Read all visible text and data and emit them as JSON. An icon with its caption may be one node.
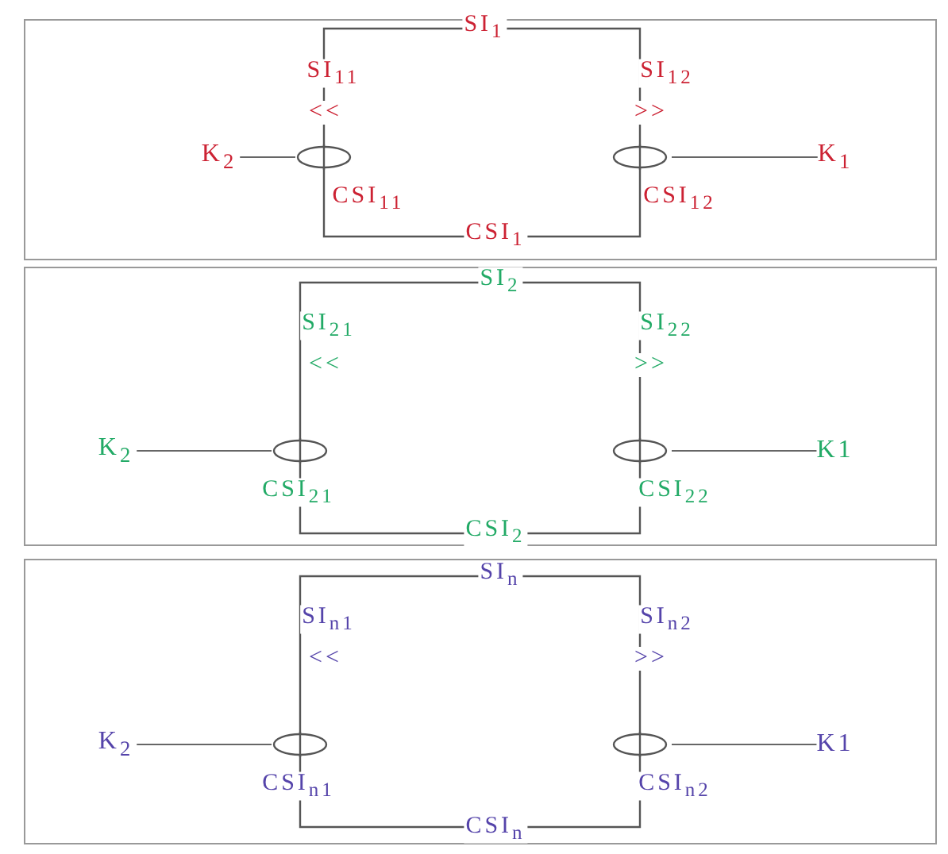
{
  "diagram": {
    "nodes": [
      {
        "text": [],
        "shape": "box"
      },
      {
        "text": [
          "K$_{2}$"
        ],
        "in": 0
      },
      {
        "text": [],
        "shape": "circle",
        "in": 0
      },
      {
        "text": [],
        "shape": "circle",
        "in": 0
      },
      {
        "text": [
          "K$_{1}$"
        ],
        "in": 0
      },
      {
        "text": [],
        "shape": "box"
      },
      {
        "text": [
          "K$_{2}$"
        ],
        "in": 5
      },
      {
        "text": [],
        "shape": "circle",
        "in": 5
      },
      {
        "text": [],
        "shape": "circle",
        "in": 5
      },
      {
        "text": [
          "K1"
        ],
        "in": 5
      },
      {
        "text": [],
        "shape": "box"
      },
      {
        "text": [
          "K$_{2}$"
        ],
        "in": 10
      },
      {
        "text": [],
        "shape": "circle",
        "in": 10
      },
      {
        "text": [],
        "shape": "circle",
        "in": 10
      },
      {
        "text": [
          "K1"
        ],
        "in": 10
      }
    ],
    "edges": [
      {
        "from": 1,
        "to": 2,
        "arrow": "none"
      },
      {
        "from": 3,
        "to": 4,
        "arrow": "none"
      },
      {
        "from": 6,
        "to": 7,
        "arrow": "none"
      },
      {
        "from": 8,
        "to": 9,
        "arrow": "none"
      },
      {
        "from": 11,
        "to": 12,
        "arrow": "none"
      },
      {
        "from": 13,
        "to": 14,
        "arrow": "none"
      }
    ],
    "labels": [
      "SI$_{1}$",
      "SI$_{11}$",
      "SI$_{12}$",
      "<<",
      ">>",
      "CSI$_{11}$",
      "CSI$_{12}$",
      "CSI$_{1}$",
      "SI$_{2}$",
      "SI$_{21}$",
      "SI$_{22}$",
      "<<",
      ">>",
      "CSI$_{21}$",
      "CSI$_{22}$",
      "CSI$_{2}$",
      "SI$_{n}$",
      "SI$_{n1}$",
      "SI$_{n2}$",
      "<<",
      ">>",
      "CSI$_{n1}$",
      "CSI$_{n2}$",
      "CSI$_{n}$"
    ]
  }
}
